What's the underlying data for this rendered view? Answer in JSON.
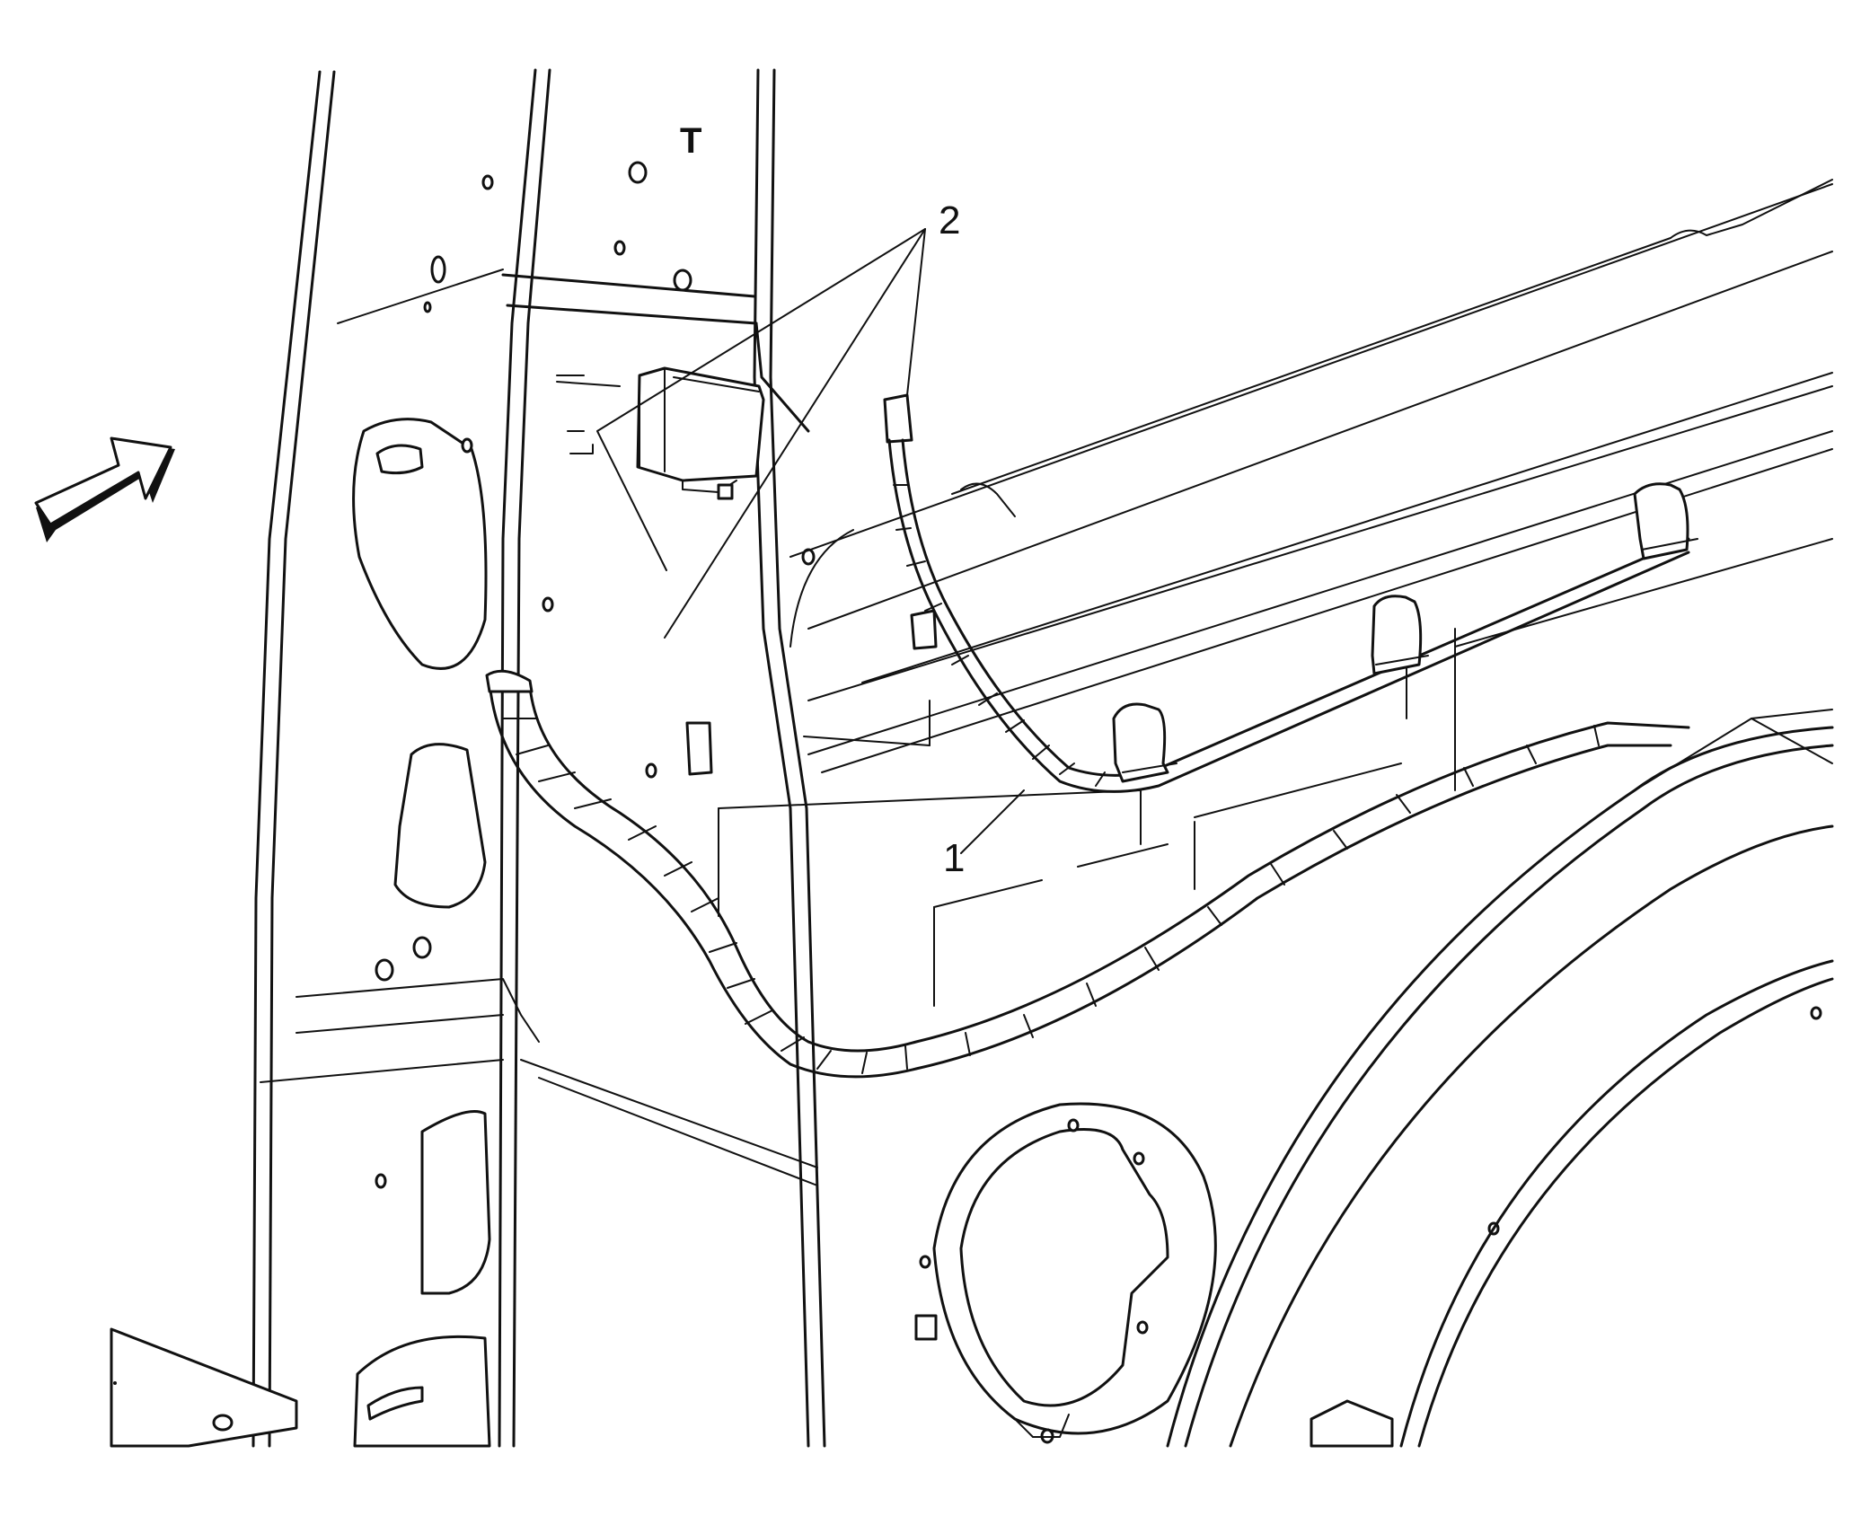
{
  "diagram": {
    "callouts": [
      {
        "id": "1",
        "label": "1"
      },
      {
        "id": "2",
        "label": "2"
      }
    ],
    "panel_marking": "T",
    "view_arrow": "view-direction-arrow-icon"
  },
  "colors": {
    "line": "#111111",
    "background": "#ffffff"
  }
}
